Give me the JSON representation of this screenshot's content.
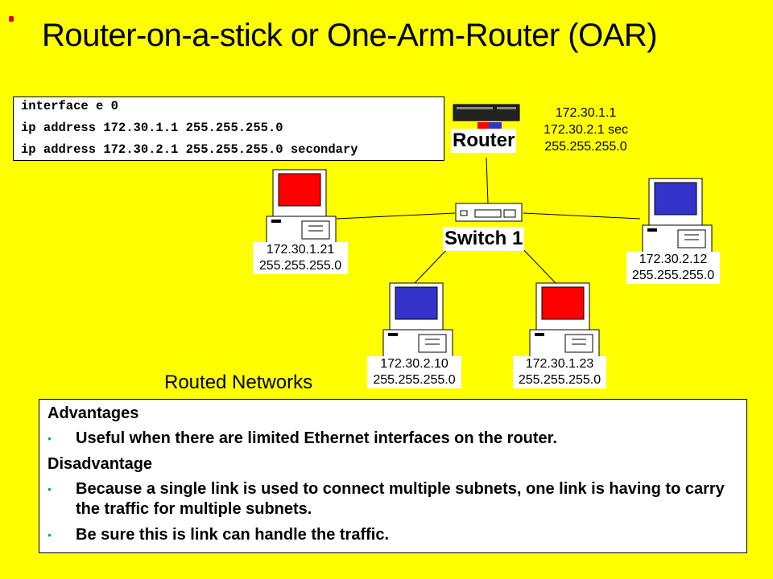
{
  "title": "Router-on-a-stick or One-Arm-Router (OAR)",
  "config": {
    "lines": [
      "interface e 0",
      "ip address 172.30.1.1 255.255.255.0",
      "ip address 172.30.2.1 255.255.255.0 secondary"
    ]
  },
  "router": {
    "name": "Router",
    "addresses": [
      "172.30.1.1",
      "172.30.2.1 sec",
      "255.255.255.0"
    ]
  },
  "switch": {
    "name": "Switch 1"
  },
  "hosts": [
    {
      "ip": "172.30.1.21",
      "mask": "255.255.255.0",
      "screen_color": "#ff0000"
    },
    {
      "ip": "172.30.2.12",
      "mask": "255.255.255.0",
      "screen_color": "#3333cc"
    },
    {
      "ip": "172.30.2.10",
      "mask": "255.255.255.0",
      "screen_color": "#3333cc"
    },
    {
      "ip": "172.30.1.23",
      "mask": "255.255.255.0",
      "screen_color": "#ff0000"
    }
  ],
  "routed_networks_label": "Routed Networks",
  "summary": {
    "advantages_heading": "Advantages",
    "advantages": [
      "Useful when there are limited Ethernet interfaces on the router."
    ],
    "disadvantage_heading": "Disadvantage",
    "disadvantages": [
      "Because a single link is used to connect multiple subnets, one link is having to carry the traffic for multiple subnets.",
      "Be sure this is link can handle the traffic."
    ]
  },
  "colors": {
    "background": "#ffff00",
    "subnet1": "#ff0000",
    "subnet2": "#3333cc",
    "bullet": "#0aa3a3"
  }
}
